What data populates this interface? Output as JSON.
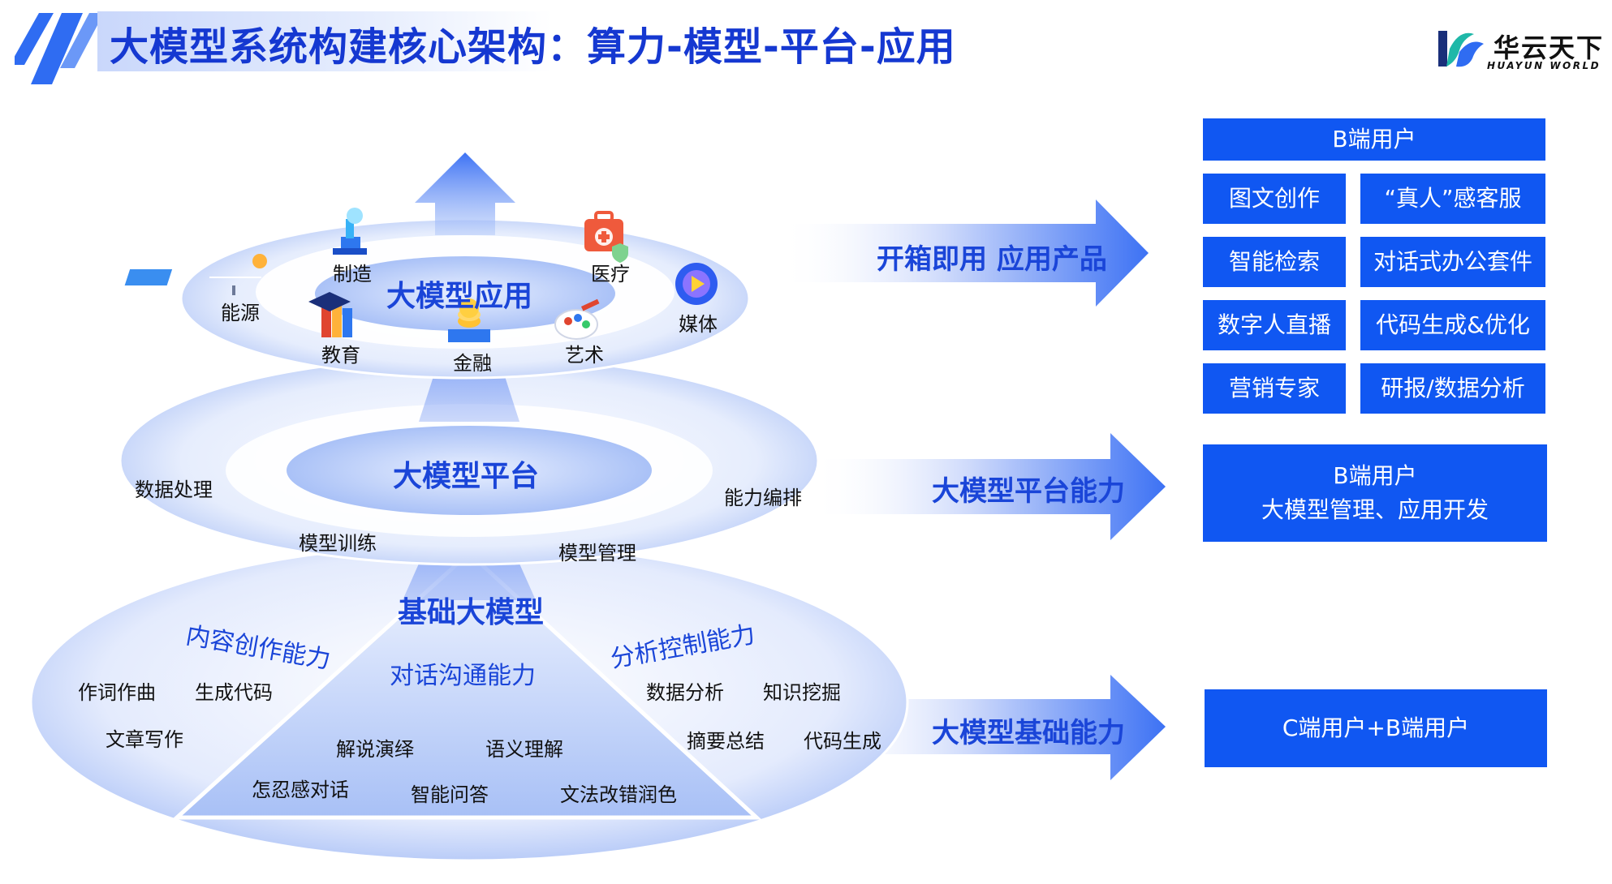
{
  "header": {
    "title": "大模型系统构建核心架构：算力-模型-平台-应用",
    "logo_name": "华云天下",
    "logo_sub": "HUAYUN WORLD"
  },
  "application_layer": {
    "title": "大模型应用",
    "industries": [
      "能源",
      "制造",
      "教育",
      "金融",
      "艺术",
      "医疗",
      "媒体"
    ]
  },
  "platform_layer": {
    "title": "大模型平台",
    "items": [
      "数据处理",
      "模型训练",
      "模型管理",
      "能力编排"
    ]
  },
  "foundation_layer": {
    "title": "基础大模型",
    "content_creation": {
      "label": "内容创作能力",
      "items": [
        "作词作曲",
        "生成代码",
        "文章写作"
      ]
    },
    "dialogue": {
      "label": "对话沟通能力",
      "items": [
        "解说演绎",
        "语义理解",
        "怎忍感对话",
        "智能问答",
        "文法改错润色"
      ]
    },
    "analysis": {
      "label": "分析控制能力",
      "items": [
        "数据分析",
        "知识挖掘",
        "摘要总结",
        "代码生成"
      ]
    }
  },
  "arrows": {
    "app": "开箱即用 应用产品",
    "platform": "大模型平台能力",
    "foundation": "大模型基础能力"
  },
  "right_boxes": {
    "app_header": "B端用户",
    "app_items": [
      "图文创作",
      "“真人”感客服",
      "智能检索",
      "对话式办公套件",
      "数字人直播",
      "代码生成&优化",
      "营销专家",
      "研报/数据分析"
    ],
    "platform_line1": "B端用户",
    "platform_line2": "大模型管理、应用开发",
    "foundation": "C端用户+B端用户"
  },
  "colors": {
    "title_blue": "#1538d1",
    "label_blue": "#1a45d8",
    "box_blue": "#1057f2"
  }
}
